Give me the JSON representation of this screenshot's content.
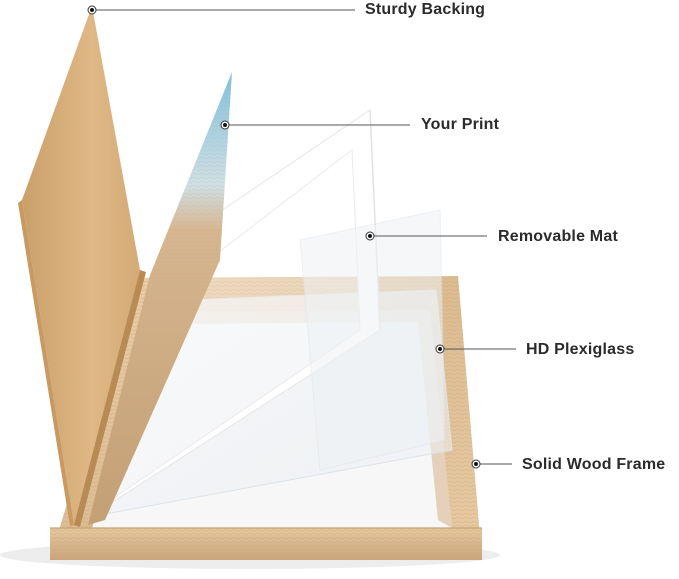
{
  "callouts": [
    {
      "key": "backing",
      "label": "Sturdy Backing"
    },
    {
      "key": "print",
      "label": "Your Print"
    },
    {
      "key": "mat",
      "label": "Removable Mat"
    },
    {
      "key": "plexiglass",
      "label": "HD Plexiglass"
    },
    {
      "key": "frame",
      "label": "Solid Wood Frame"
    }
  ],
  "colors": {
    "background": "#ffffff",
    "backing": "#d8b07a",
    "wood": "#e2c39c",
    "mat": "#ffffff",
    "label_text": "#2b2b2b"
  }
}
